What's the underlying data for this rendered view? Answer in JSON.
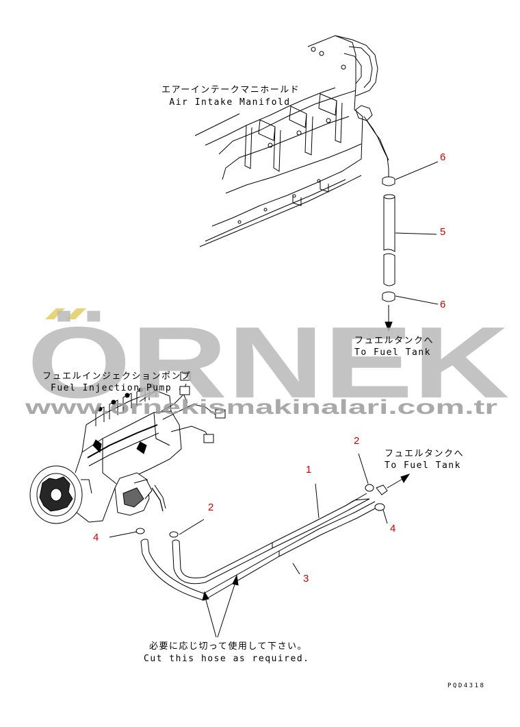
{
  "labels": {
    "air_intake_jp": "エアーインテークマニホールド",
    "air_intake_en": "Air Intake Manifold",
    "fuel_tank_top_jp": "フュエルタンクへ",
    "fuel_tank_top_en": "To Fuel Tank",
    "fuel_pump_jp": "フュエルインジェクションポンプ",
    "fuel_pump_en": "Fuel Injection Pump",
    "fuel_tank_right_jp": "フュエルタンクへ",
    "fuel_tank_right_en": "To Fuel Tank",
    "cut_hose_jp": "必要に応じ切って使用して下さい。",
    "cut_hose_en": "Cut this hose as required."
  },
  "callouts": {
    "c6_top": "6",
    "c5": "5",
    "c6_bottom": "6",
    "c1": "1",
    "c2_right": "2",
    "c2_left": "2",
    "c4_left": "4",
    "c4_right": "4",
    "c3": "3"
  },
  "watermark": {
    "brand": "ÖRNEK",
    "url": "www.ornekismakinalari.com.tr"
  },
  "drawing_code": "PQD4318",
  "colors": {
    "line": "#000000",
    "callout": "#cc0000",
    "watermark": "#b9b9b9",
    "watermark_accent": "#e6d47a"
  }
}
